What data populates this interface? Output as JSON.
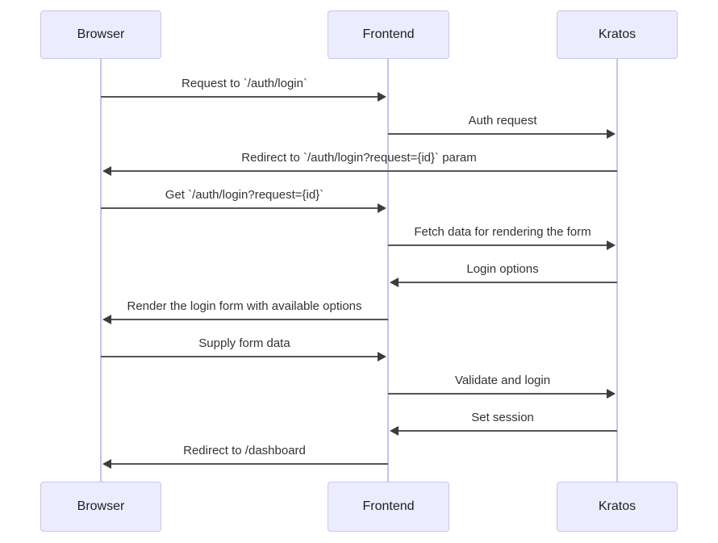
{
  "diagram": {
    "type": "sequence-diagram",
    "actors": [
      {
        "id": "browser",
        "label": "Browser"
      },
      {
        "id": "frontend",
        "label": "Frontend"
      },
      {
        "id": "kratos",
        "label": "Kratos"
      }
    ],
    "messages": [
      {
        "from": "browser",
        "to": "frontend",
        "arrow": "solid-filled",
        "text": "Request to `/auth/login`"
      },
      {
        "from": "frontend",
        "to": "kratos",
        "arrow": "solid-filled",
        "text": "Auth request"
      },
      {
        "from": "kratos",
        "to": "browser",
        "arrow": "solid-filled",
        "text": "Redirect to `/auth/login?request={id}` param"
      },
      {
        "from": "browser",
        "to": "frontend",
        "arrow": "solid-filled",
        "text": "Get `/auth/login?request={id}`"
      },
      {
        "from": "frontend",
        "to": "kratos",
        "arrow": "solid-filled",
        "text": "Fetch data for rendering the form"
      },
      {
        "from": "kratos",
        "to": "frontend",
        "arrow": "solid-filled",
        "text": "Login options"
      },
      {
        "from": "frontend",
        "to": "browser",
        "arrow": "solid-filled",
        "text": "Render the login form with available options"
      },
      {
        "from": "browser",
        "to": "frontend",
        "arrow": "solid-filled",
        "text": "Supply form data"
      },
      {
        "from": "frontend",
        "to": "kratos",
        "arrow": "solid-filled",
        "text": "Validate and login"
      },
      {
        "from": "kratos",
        "to": "frontend",
        "arrow": "solid-filled",
        "text": "Set session"
      },
      {
        "from": "frontend",
        "to": "browser",
        "arrow": "solid-filled",
        "text": "Redirect to /dashboard"
      }
    ],
    "colors": {
      "background": "#FFFFFF",
      "actor_fill": "#ECECFF",
      "actor_border": "#C8C6EA",
      "lifeline": "#C6C5E4",
      "message_line": "#555555",
      "arrowhead": "#3C3C3C",
      "text": "#333333"
    }
  }
}
